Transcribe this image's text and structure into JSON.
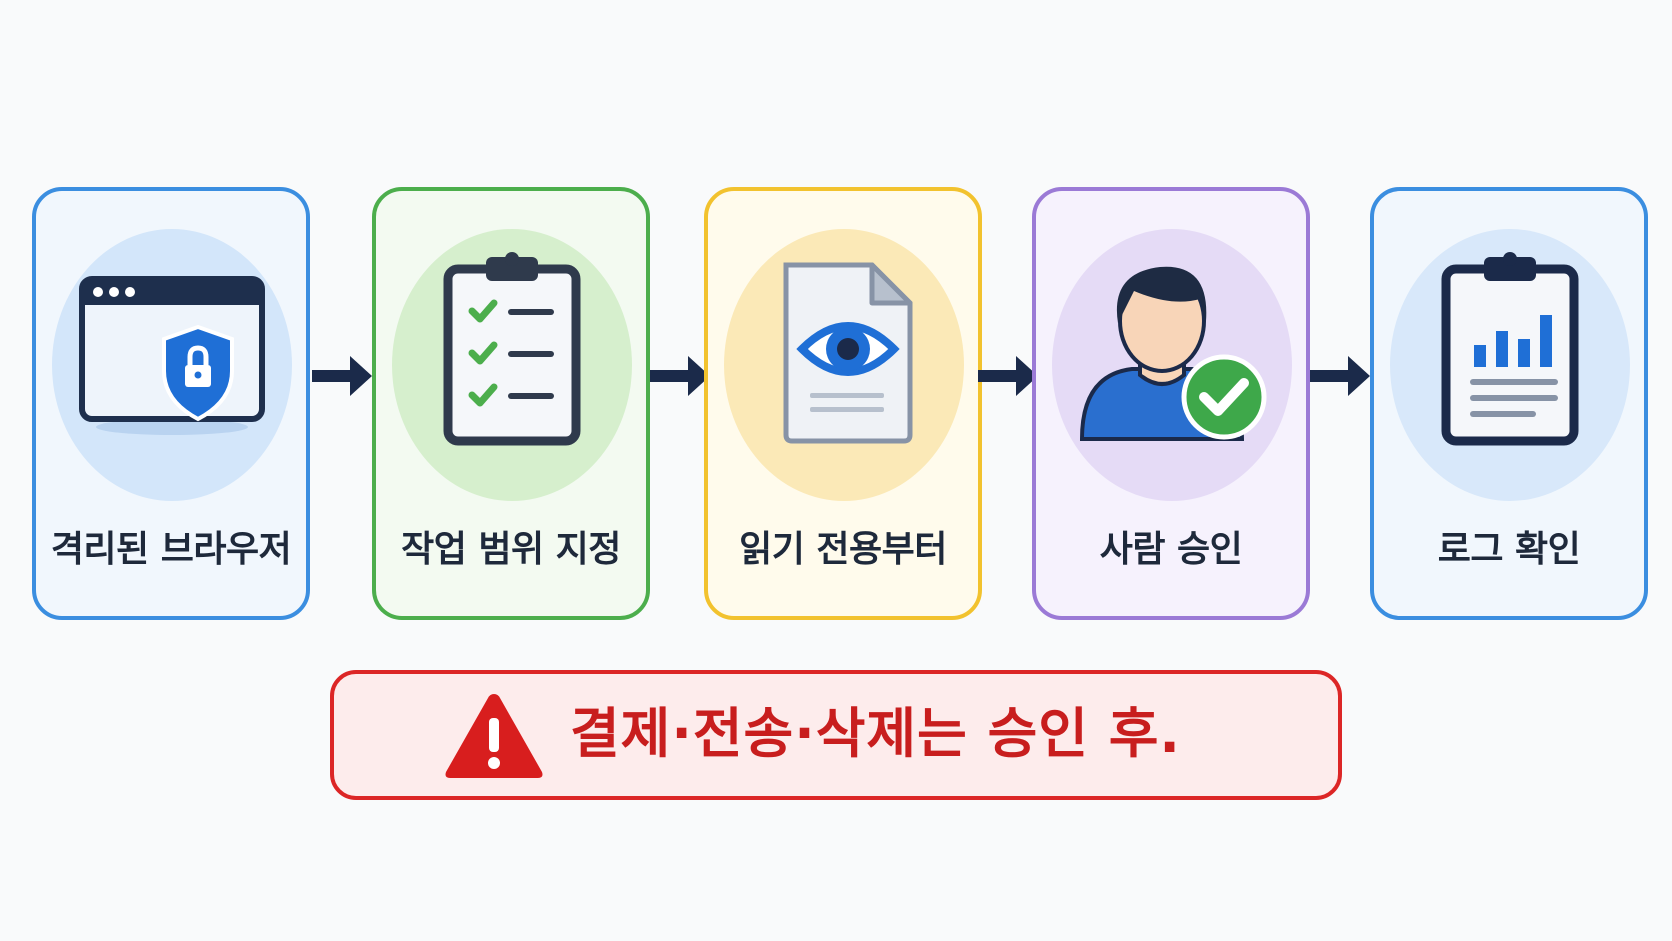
{
  "steps": [
    {
      "label": "격리된 브라우저",
      "icon": "browser-shield-lock-icon",
      "border_color": "#3b8ee0",
      "bg_color": "#f1f7fd",
      "circle_color": "#d3e6fa"
    },
    {
      "label": "작업 범위 지정",
      "icon": "clipboard-checklist-icon",
      "border_color": "#4cae4c",
      "bg_color": "#f3faf1",
      "circle_color": "#d6efcd"
    },
    {
      "label": "읽기 전용부터",
      "icon": "document-eye-icon",
      "border_color": "#f2c22e",
      "bg_color": "#fffbec",
      "circle_color": "#fbe9b7"
    },
    {
      "label": "사람 승인",
      "icon": "user-approved-icon",
      "border_color": "#9b7ad6",
      "bg_color": "#f6f2fd",
      "circle_color": "#e5dbf6"
    },
    {
      "label": "로그 확인",
      "icon": "clipboard-report-icon",
      "border_color": "#3b8ee0",
      "bg_color": "#f1f7fd",
      "circle_color": "#d8e8fa"
    }
  ],
  "arrow_color": "#1b2a4a",
  "warning": {
    "text": "결제·전송·삭제는 승인 후.",
    "icon": "warning-triangle-icon",
    "color": "#d81e1e"
  }
}
